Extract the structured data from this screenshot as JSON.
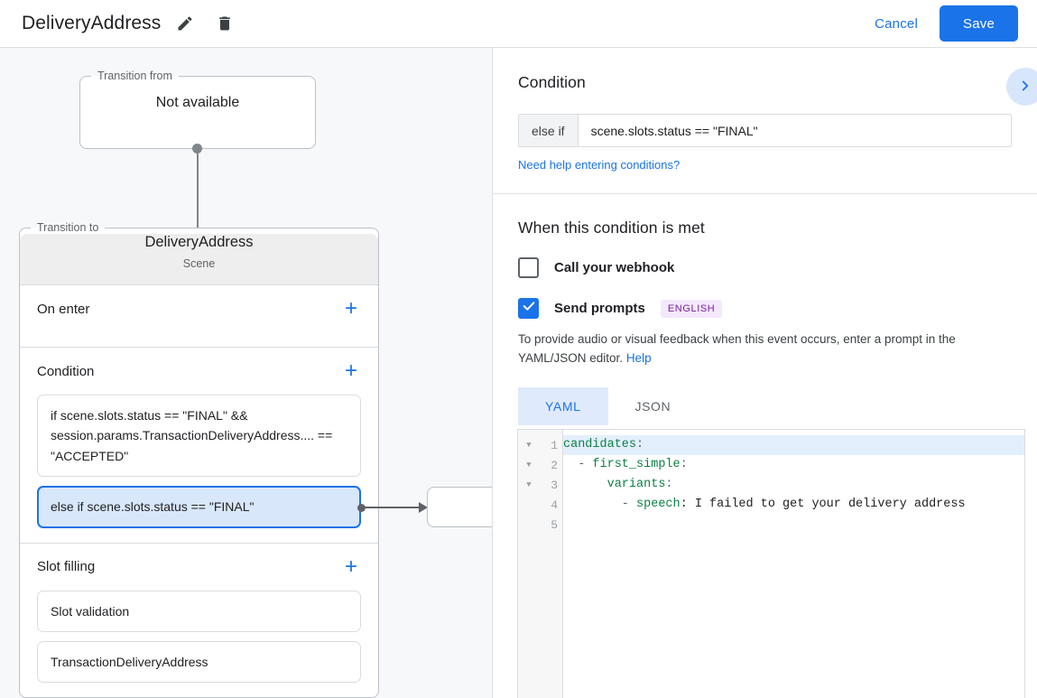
{
  "topbar": {
    "title": "DeliveryAddress",
    "edit_icon": "pencil-icon",
    "delete_icon": "trash-icon",
    "cancel_label": "Cancel",
    "save_label": "Save",
    "accent_color": "#1a73e8"
  },
  "canvas": {
    "from": {
      "legend": "Transition from",
      "title": "Not available"
    },
    "to": {
      "legend": "Transition to",
      "name": "DeliveryAddress",
      "subtitle": "Scene"
    },
    "sections": [
      {
        "title": "On enter",
        "add_label": "+",
        "items": []
      },
      {
        "title": "Condition",
        "add_label": "+",
        "items": [
          {
            "text": "if scene.slots.status == \"FINAL\" && session.params.TransactionDeliveryAddress.... == \"ACCEPTED\"",
            "selected": false
          },
          {
            "text": "else if scene.slots.status == \"FINAL\"",
            "selected": true
          }
        ]
      },
      {
        "title": "Slot filling",
        "add_label": "+",
        "items": [
          {
            "text": "Slot validation",
            "selected": false
          },
          {
            "text": "TransactionDeliveryAddress",
            "selected": false
          }
        ]
      }
    ]
  },
  "panel": {
    "condition": {
      "heading": "Condition",
      "prefix": "else if",
      "value": "scene.slots.status == \"FINAL\"",
      "help_link": "Need help entering conditions?",
      "collapse_icon": "chevron-right-icon"
    },
    "when_met": {
      "heading": "When this condition is met",
      "webhook": {
        "label": "Call your webhook",
        "checked": false
      },
      "prompts": {
        "label": "Send prompts",
        "checked": true,
        "badge": "ENGLISH",
        "badge_color": "#7b1fa2"
      },
      "helper_text": "To provide audio or visual feedback when this event occurs, enter a prompt in the YAML/JSON editor.",
      "helper_link": "Help",
      "tabs": [
        {
          "label": "YAML",
          "active": true
        },
        {
          "label": "JSON",
          "active": false
        }
      ]
    },
    "editor": {
      "lines": [
        {
          "num": "1",
          "fold": true,
          "highlight": true,
          "segments": [
            {
              "t": "candidates",
              "c": "k"
            },
            {
              "t": ":",
              "c": "p"
            }
          ]
        },
        {
          "num": "2",
          "fold": true,
          "highlight": false,
          "segments": [
            {
              "t": "  - ",
              "c": "p"
            },
            {
              "t": "first_simple",
              "c": "k"
            },
            {
              "t": ":",
              "c": "p"
            }
          ]
        },
        {
          "num": "3",
          "fold": true,
          "highlight": false,
          "segments": [
            {
              "t": "      ",
              "c": "p"
            },
            {
              "t": "variants",
              "c": "k"
            },
            {
              "t": ":",
              "c": "p"
            }
          ]
        },
        {
          "num": "4",
          "fold": false,
          "highlight": false,
          "segments": [
            {
              "t": "        - ",
              "c": "p"
            },
            {
              "t": "speech",
              "c": "k"
            },
            {
              "t": ": I failed to get your delivery address",
              "c": ""
            }
          ]
        },
        {
          "num": "5",
          "fold": false,
          "highlight": false,
          "segments": []
        }
      ]
    }
  }
}
